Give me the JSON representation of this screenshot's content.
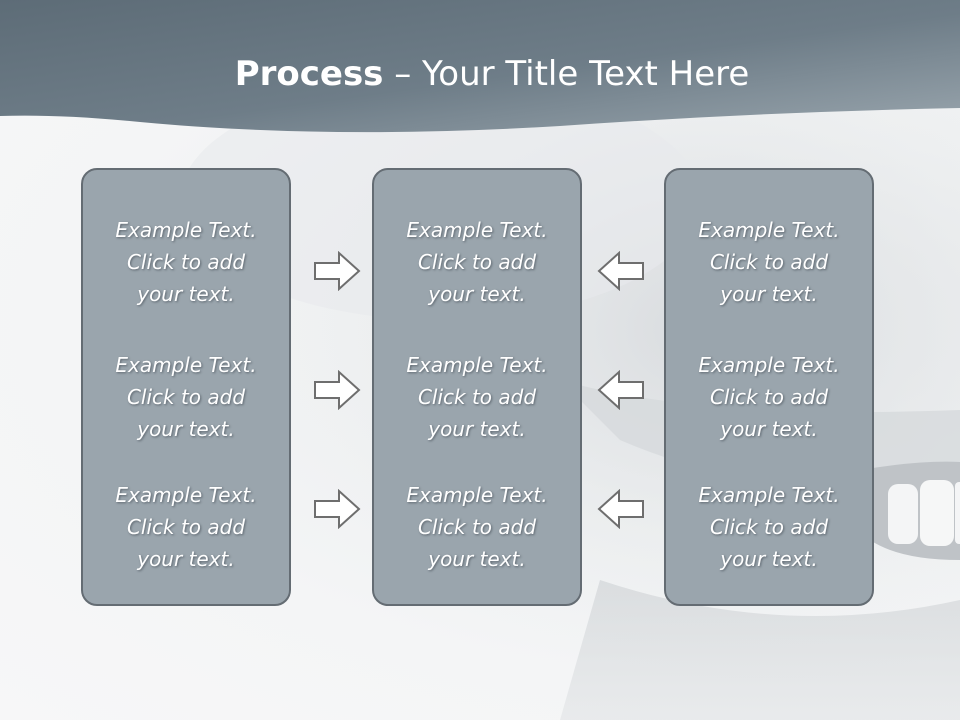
{
  "title": {
    "bold": "Process",
    "rest": " – Your Title Text Here"
  },
  "columns": [
    {
      "items": [
        {
          "line1": "Example Text.",
          "line2": "Click  to add",
          "line3": "your text."
        },
        {
          "line1": "Example Text.",
          "line2": "Click  to add",
          "line3": "your text."
        },
        {
          "line1": "Example Text.",
          "line2": "Click  to add",
          "line3": "your text."
        }
      ]
    },
    {
      "items": [
        {
          "line1": "Example Text.",
          "line2": "Click  to add",
          "line3": "your text."
        },
        {
          "line1": "Example Text.",
          "line2": "Click  to add",
          "line3": "your text."
        },
        {
          "line1": "Example Text.",
          "line2": "Click  to add",
          "line3": "your text."
        }
      ]
    },
    {
      "items": [
        {
          "line1": "Example Text.",
          "line2": "Click  to add",
          "line3": "your text."
        },
        {
          "line1": "Example Text.",
          "line2": "Click  to add",
          "line3": "your text."
        },
        {
          "line1": "Example Text.",
          "line2": "Click  to add",
          "line3": "your text."
        }
      ]
    }
  ],
  "arrows": {
    "left_to_center": "right-arrow-icon",
    "right_to_center": "left-arrow-icon"
  },
  "colors": {
    "header_band": "#6b7a86",
    "box_fill": "#9aa5ad",
    "box_border": "#646c73",
    "arrow_stroke": "#6e6e6e",
    "text": "#ffffff"
  }
}
